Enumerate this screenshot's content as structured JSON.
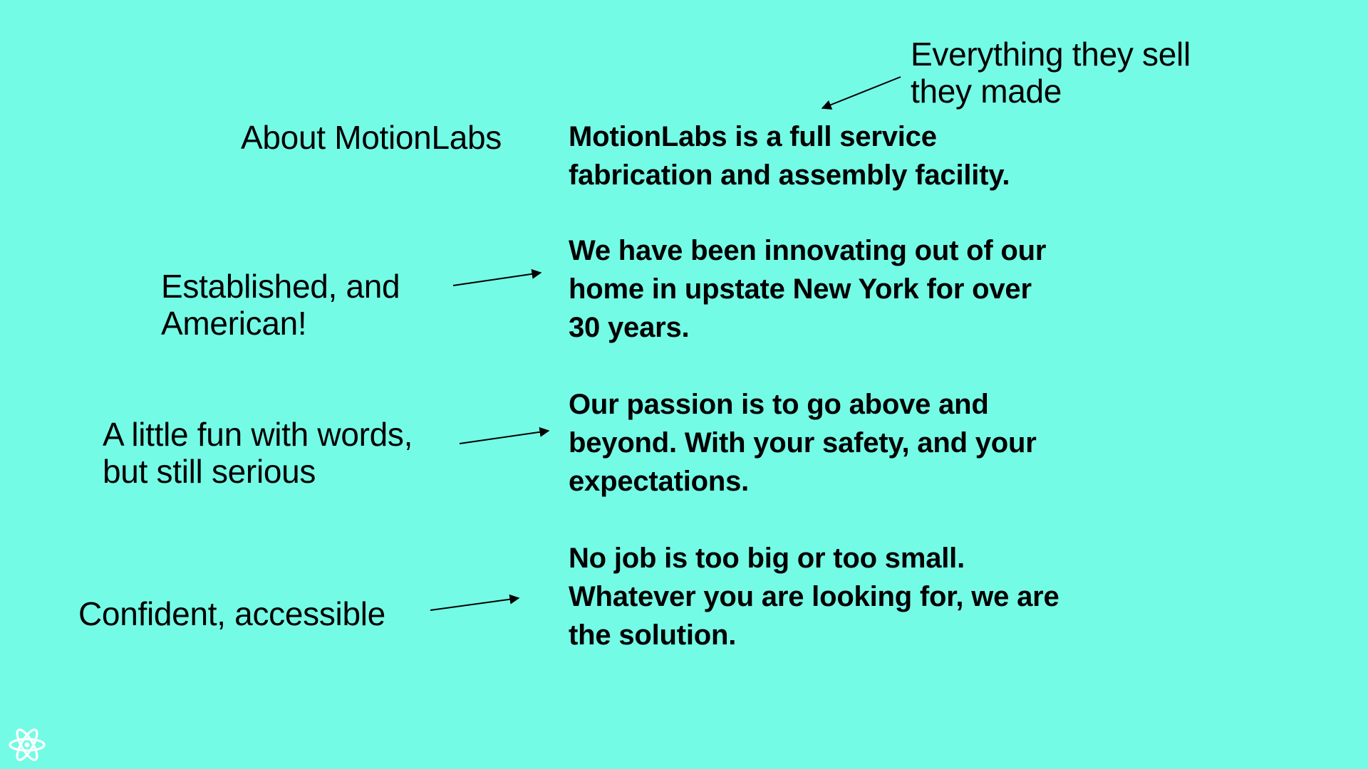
{
  "slide": {
    "background": "#74fbe6",
    "title": "About MotionLabs",
    "annotations": {
      "made": [
        "Everything they sell",
        "they made"
      ],
      "established": [
        "Established, and",
        "American!"
      ],
      "fun": [
        "A little fun with words,",
        "but still serious"
      ],
      "confident": [
        "Confident, accessible"
      ]
    },
    "paragraphs": {
      "intro": [
        "MotionLabs is a full service",
        "fabrication and assembly facility."
      ],
      "history": [
        "We have been innovating out of our",
        "home in upstate New York for over",
        "30 years."
      ],
      "passion": [
        "Our passion is to go above and",
        "beyond. With your safety, and your",
        "expectations."
      ],
      "solution": [
        "No job is too big or too small.",
        "Whatever you are looking for, we are",
        "the solution."
      ]
    },
    "logo": {
      "icon": "atom-logo-icon",
      "color": "#ffffff"
    }
  }
}
